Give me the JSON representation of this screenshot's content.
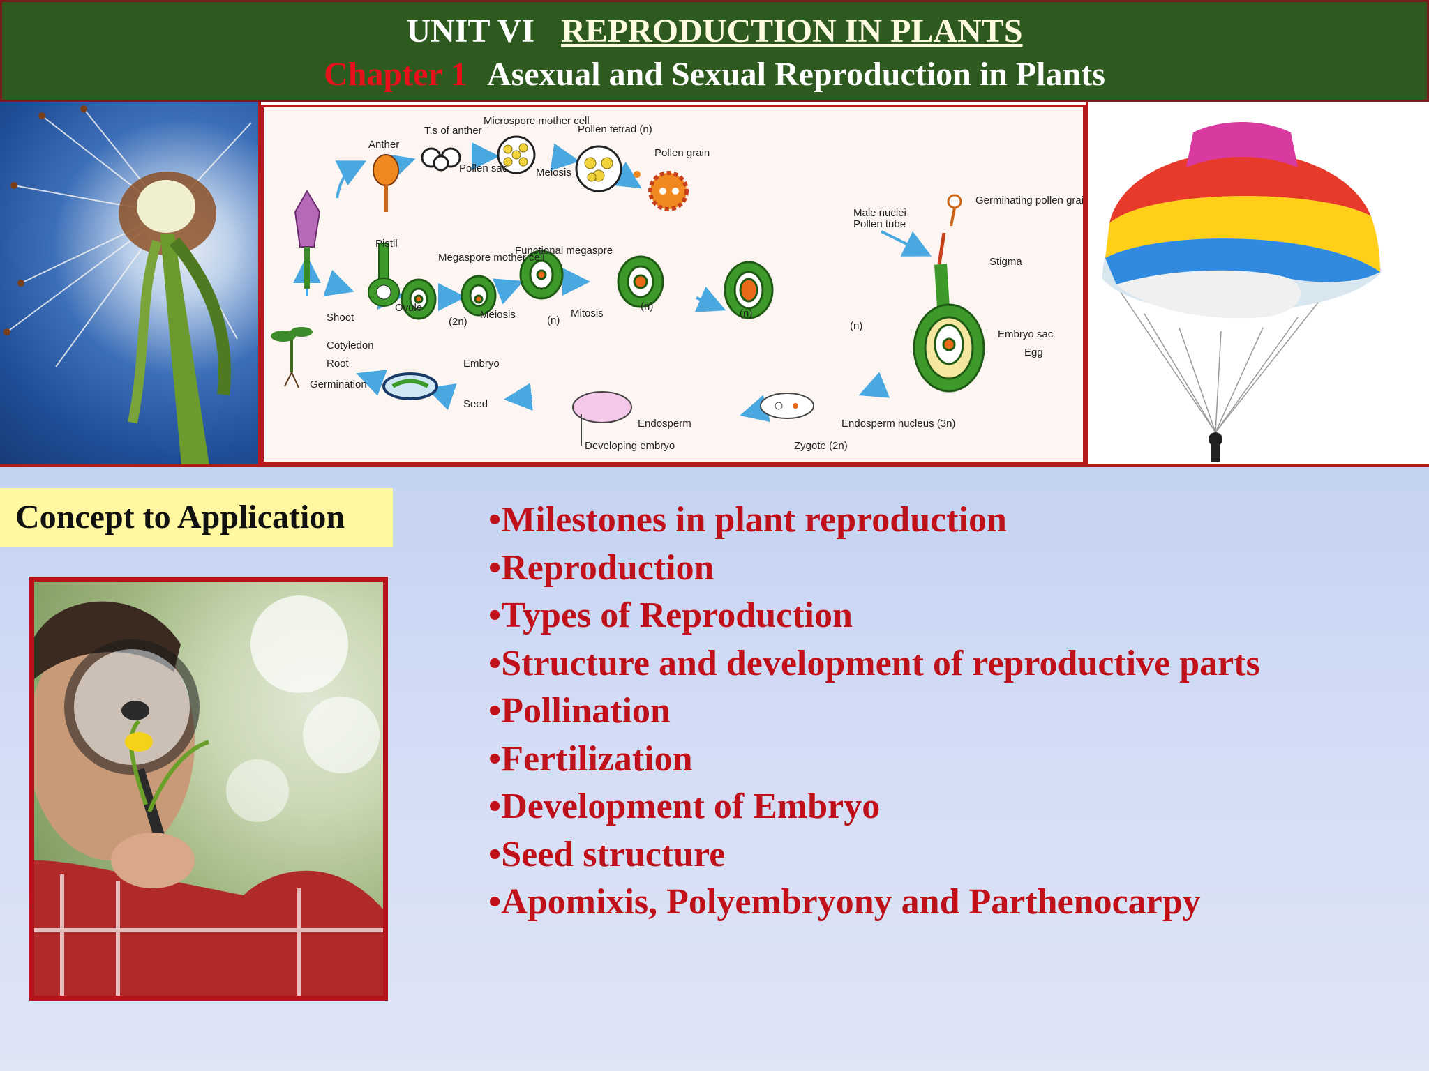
{
  "header": {
    "unit": "UNIT VI",
    "unit_title": "REPRODUCTION IN PLANTS",
    "chapter": "Chapter  1",
    "chapter_title": "Asexual and Sexual Reproduction in Plants"
  },
  "diagram": {
    "labels": {
      "anther": "Anther",
      "ts_anther": "T.s of anther",
      "pollen_sac": "Pollen sac",
      "microspore": "Microspore mother cell",
      "meiosis_top": "Meiosis",
      "pollen_tetrad": "Pollen tetrad (n)",
      "pollen_grain": "Pollen grain",
      "germinating": "Germinating pollen grain",
      "male_nuclei": "Male nuclei",
      "pollen_tube": "Pollen tube",
      "stigma": "Stigma",
      "pistil": "Pistil",
      "ovule": "Ovule",
      "megaspore": "Megaspore mother cell",
      "functional": "Functional megaspre",
      "meiosis_mid": "Meiosis",
      "mitosis": "Mitosis",
      "n1": "(n)",
      "n2": "(n)",
      "n3": "(n)",
      "n4": "(n)",
      "twon": "(2n)",
      "embryo_sac": "Embryo sac",
      "egg": "Egg",
      "shoot": "Shoot",
      "cotyledon": "Cotyledon",
      "root": "Root",
      "germination": "Germination",
      "embryo": "Embryo",
      "seed": "Seed",
      "endosperm": "Endosperm",
      "developing_embryo": "Developing embryo",
      "endosperm_nucleus": "Endosperm nucleus (3n)",
      "zygote": "Zygote (2n)"
    }
  },
  "concept_label": "Concept to Application",
  "topics": [
    "•Milestones in plant reproduction",
    "•Reproduction",
    "•Types of Reproduction",
    "•Structure  and development of reproductive parts",
    "•Pollination",
    "•Fertilization",
    "•Development of Embryo",
    "•Seed structure",
    "•Apomixis, Polyembryony and Parthenocarpy"
  ]
}
